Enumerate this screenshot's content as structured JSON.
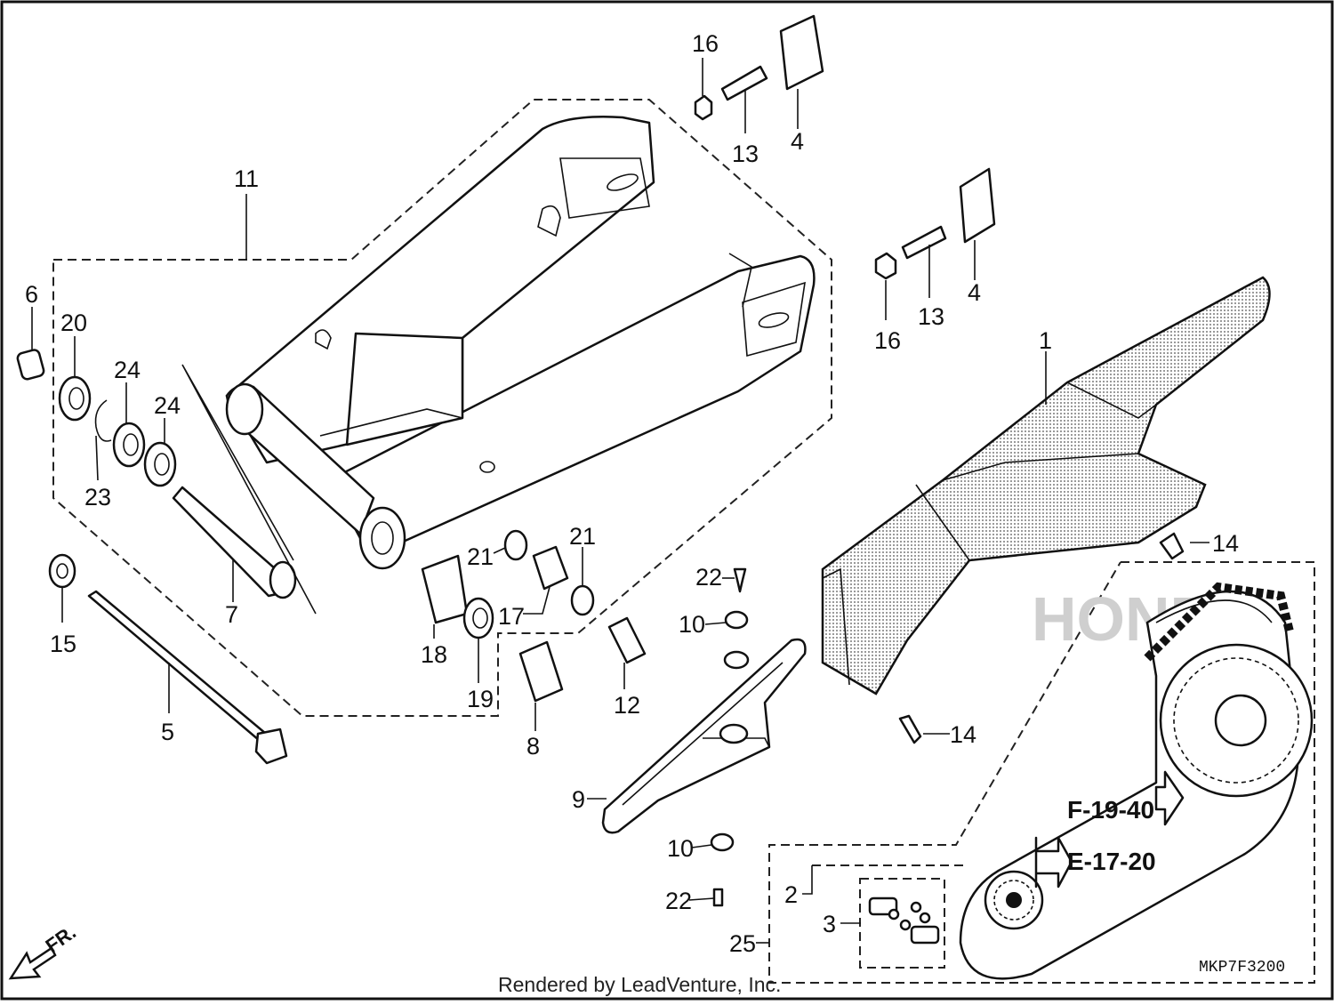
{
  "colors": {
    "line": "#111111",
    "paper": "#ffffff",
    "hatch": "#b8b8b8"
  },
  "callouts": [
    {
      "id": "c16a",
      "label": "16"
    },
    {
      "id": "c13a",
      "label": "13"
    },
    {
      "id": "c4a",
      "label": "4"
    },
    {
      "id": "c11",
      "label": "11"
    },
    {
      "id": "c16b",
      "label": "16"
    },
    {
      "id": "c13b",
      "label": "13"
    },
    {
      "id": "c4b",
      "label": "4"
    },
    {
      "id": "c1",
      "label": "1"
    },
    {
      "id": "c6",
      "label": "6"
    },
    {
      "id": "c20",
      "label": "20"
    },
    {
      "id": "c24a",
      "label": "24"
    },
    {
      "id": "c24b",
      "label": "24"
    },
    {
      "id": "c23",
      "label": "23"
    },
    {
      "id": "c7",
      "label": "7"
    },
    {
      "id": "c15",
      "label": "15"
    },
    {
      "id": "c5",
      "label": "5"
    },
    {
      "id": "c21a",
      "label": "21"
    },
    {
      "id": "c21b",
      "label": "21"
    },
    {
      "id": "c17",
      "label": "17"
    },
    {
      "id": "c18",
      "label": "18"
    },
    {
      "id": "c19",
      "label": "19"
    },
    {
      "id": "c8",
      "label": "8"
    },
    {
      "id": "c12",
      "label": "12"
    },
    {
      "id": "c22a",
      "label": "22"
    },
    {
      "id": "c10a",
      "label": "10"
    },
    {
      "id": "c9",
      "label": "9"
    },
    {
      "id": "c10b",
      "label": "10"
    },
    {
      "id": "c22b",
      "label": "22"
    },
    {
      "id": "c14a",
      "label": "14"
    },
    {
      "id": "c14b",
      "label": "14"
    },
    {
      "id": "c2",
      "label": "2"
    },
    {
      "id": "c3",
      "label": "3"
    },
    {
      "id": "c25",
      "label": "25"
    }
  ],
  "references": {
    "sprocket_rear": "F-19-40",
    "sprocket_drive": "E-17-20"
  },
  "direction_label": "FR.",
  "diagram_code": "MKP7F3200",
  "credit": "Rendered by LeadVenture, Inc."
}
